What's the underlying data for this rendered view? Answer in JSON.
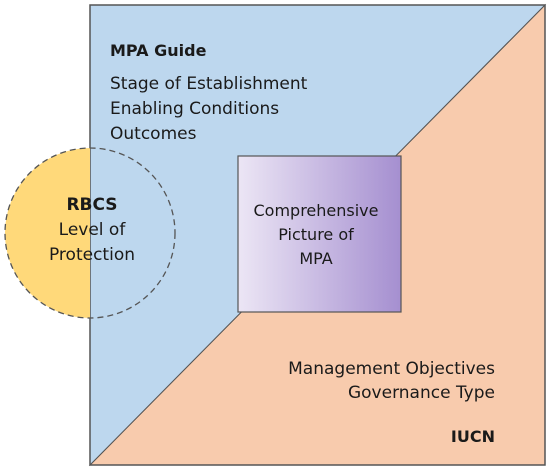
{
  "mpa_guide": {
    "title": "MPA Guide",
    "items": [
      "Stage of Establishment",
      "Enabling Conditions",
      "Outcomes"
    ],
    "color": "#bdd7ee"
  },
  "iucn": {
    "title": "IUCN",
    "items": [
      "Management Objectives",
      "Governance Type"
    ],
    "color": "#f8cbad"
  },
  "rbcs": {
    "title": "RBCS",
    "lines": [
      "Level of",
      "Protection"
    ],
    "color": "#ffd97a"
  },
  "center": {
    "lines": [
      "Comprehensive",
      "Picture of",
      "MPA"
    ],
    "gradient_start": "#ece6f5",
    "gradient_end": "#a58fd0"
  }
}
